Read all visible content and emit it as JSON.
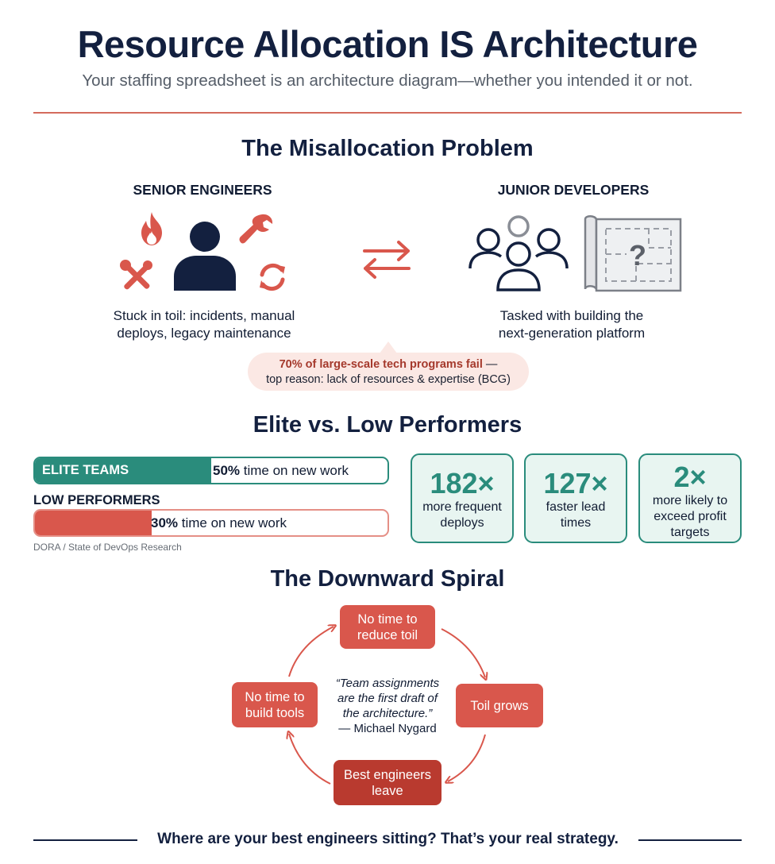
{
  "header": {
    "title": "Resource Allocation IS Architecture",
    "subtitle": "Your staffing spreadsheet is an architecture diagram—whether you intended it or not."
  },
  "misallocation": {
    "title": "The Misallocation Problem",
    "senior": {
      "heading": "SENIOR ENGINEERS",
      "desc_line1": "Stuck in toil: incidents, manual",
      "desc_line2": "deploys, legacy maintenance",
      "icons": [
        "fire-icon",
        "wrench-icon",
        "tools-icon",
        "person-icon",
        "refresh-icon"
      ]
    },
    "swap_icon": "swap-arrows-icon",
    "junior": {
      "heading": "JUNIOR DEVELOPERS",
      "desc_line1": "Tasked with building the",
      "desc_line2": "next-generation platform",
      "icons": [
        "group-icon",
        "blueprint-question-icon"
      ]
    },
    "callout": {
      "strong": "70% of large-scale tech programs fail",
      "dash": " —",
      "rest": "top reason: lack of resources & expertise (BCG)"
    }
  },
  "performers": {
    "title": "Elite vs. Low Performers",
    "elite": {
      "label": "ELITE TEAMS",
      "percent": "50%",
      "suffix": " time on new work",
      "fill_fraction": 0.5
    },
    "low": {
      "label": "LOW PERFORMERS",
      "percent": "30%",
      "suffix": " time on new work",
      "fill_fraction": 0.33
    },
    "source": "DORA / State of DevOps Research",
    "cards": [
      {
        "value": "182×",
        "line1": "more frequent",
        "line2": "deploys",
        "line3": ""
      },
      {
        "value": "127×",
        "line1": "faster lead",
        "line2": "times",
        "line3": ""
      },
      {
        "value": "2×",
        "line1": "more likely to",
        "line2": "exceed profit",
        "line3": "targets"
      }
    ]
  },
  "spiral": {
    "title": "The Downward Spiral",
    "nodes": {
      "reduce": {
        "line1": "No time to",
        "line2": "reduce toil"
      },
      "toil": {
        "line1": "Toil grows",
        "line2": ""
      },
      "leave": {
        "line1": "Best engineers",
        "line2": "leave"
      },
      "tools": {
        "line1": "No time to",
        "line2": "build tools"
      }
    },
    "quote": {
      "line1": "“Team assignments",
      "line2": "are the first draft of",
      "line3": "the architecture.”",
      "author": "— Michael Nygard"
    }
  },
  "footer": {
    "question": "Where are your best engineers sitting? That’s your real strategy."
  },
  "colors": {
    "navy": "#13203f",
    "accent_red": "#d9574c",
    "dark_red": "#b93a2f",
    "teal": "#2a8c7c",
    "callout_bg": "#fbe8e4"
  }
}
